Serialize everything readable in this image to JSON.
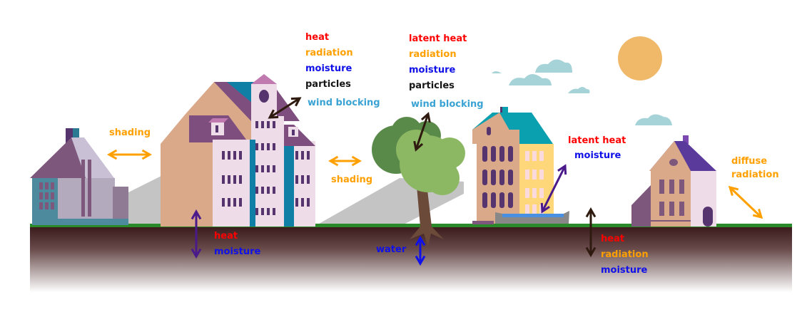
{
  "colors": {
    "heat": "#ff0000",
    "radiation": "#ffa000",
    "moisture": "#1010e8",
    "particles": "#151515",
    "wind": "#3aa3d4",
    "ground_top": "#3a1a1a",
    "grass": "#2a8a2a",
    "sun": "#f0b96a",
    "cloud": "#a6d3d8"
  },
  "labels": {
    "left_shading": "shading",
    "tall_building": {
      "heat": "heat",
      "radiation": "radiation",
      "moisture": "moisture",
      "particles": "particles",
      "wind": "wind blocking"
    },
    "tree_top": {
      "heat": "latent heat",
      "radiation": "radiation",
      "moisture": "moisture",
      "particles": "particles",
      "wind": "wind blocking"
    },
    "tree_shading": "shading",
    "ground_left": {
      "heat": "heat",
      "moisture": "moisture"
    },
    "tree_water": "water",
    "pond": {
      "heat": "latent heat",
      "moisture": "moisture"
    },
    "ground_right": {
      "heat": "heat",
      "radiation": "radiation",
      "moisture": "moisture"
    },
    "diffuse": {
      "line1": "diffuse",
      "line2": "radiation"
    }
  }
}
